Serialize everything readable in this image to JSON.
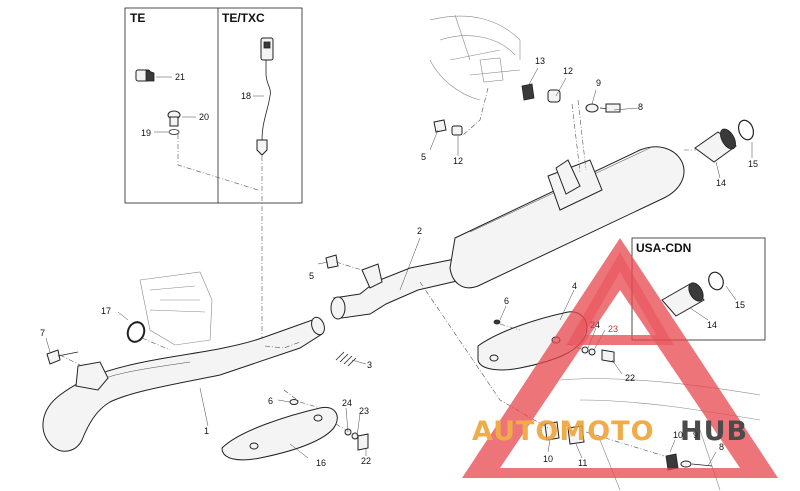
{
  "inset_labels": {
    "te": "TE",
    "te_txc": "TE/TXC",
    "usa_cdn": "USA-CDN"
  },
  "watermark": {
    "part1": "AUTOMOTO",
    "part2": "HUB"
  },
  "colors": {
    "watermark_red": "#e8474e",
    "watermark_orange": "#f0a030",
    "watermark_dark": "#333333",
    "callout_red": "#c0392b"
  },
  "callouts": {
    "c1": "1",
    "c2": "2",
    "c3": "3",
    "c4": "4",
    "c5a": "5",
    "c5b": "5",
    "c6a": "6",
    "c6b": "6",
    "c7": "7",
    "c8a": "8",
    "c8b": "8",
    "c9a": "9",
    "c9b": "9",
    "c10a": "10",
    "c10b": "10",
    "c11": "11",
    "c12a": "12",
    "c12b": "12",
    "c13": "13",
    "c14a": "14",
    "c14b": "14",
    "c15a": "15",
    "c15b": "15",
    "c16": "16",
    "c17": "17",
    "c18": "18",
    "c19": "19",
    "c20": "20",
    "c21": "21",
    "c22a": "22",
    "c22b": "22",
    "c23a": "23",
    "c23b": "23",
    "c24a": "24",
    "c24b": "24"
  }
}
